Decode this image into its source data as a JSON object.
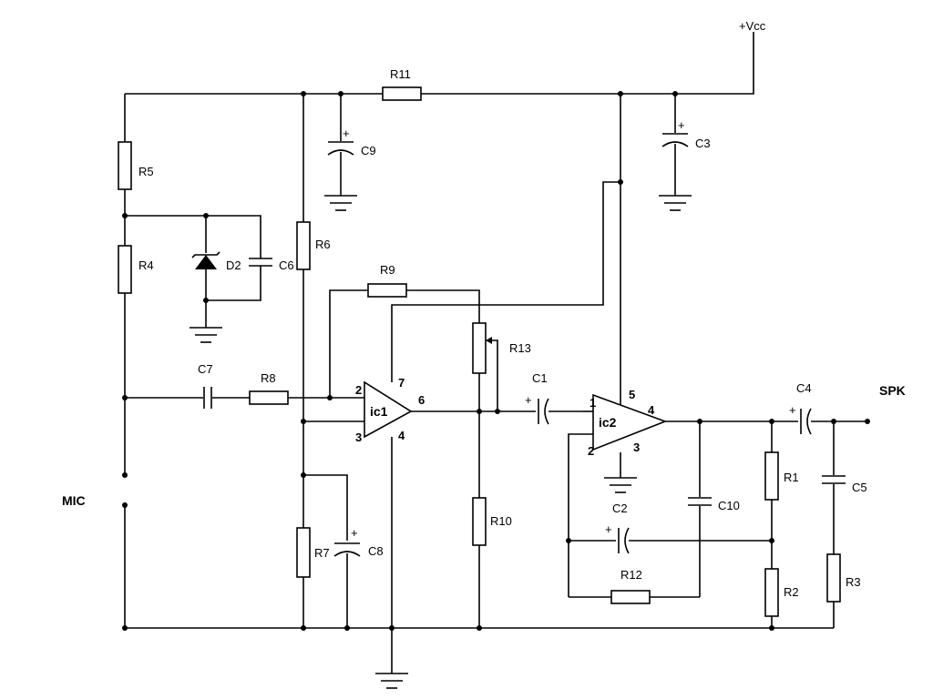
{
  "supply": "+Vcc",
  "input_label": "MIC",
  "output_label": "SPK",
  "ics": {
    "ic1": {
      "name": "ic1",
      "pins": {
        "p2": "2",
        "p3": "3",
        "p4": "4",
        "p6": "6",
        "p7": "7"
      }
    },
    "ic2": {
      "name": "ic2",
      "pins": {
        "p1": "1",
        "p2": "2",
        "p3": "3",
        "p4": "4",
        "p5": "5"
      }
    }
  },
  "resistors": {
    "r1": "R1",
    "r2": "R2",
    "r3": "R3",
    "r4": "R4",
    "r5": "R5",
    "r6": "R6",
    "r7": "R7",
    "r8": "R8",
    "r9": "R9",
    "r10": "R10",
    "r11": "R11",
    "r12": "R12",
    "r13": "R13"
  },
  "capacitors": {
    "c1": "C1",
    "c2": "C2",
    "c3": "C3",
    "c4": "C4",
    "c5": "C5",
    "c6": "C6",
    "c7": "C7",
    "c8": "C8",
    "c9": "C9",
    "c10": "C10"
  },
  "diode": "D2",
  "polarity_mark": "+"
}
